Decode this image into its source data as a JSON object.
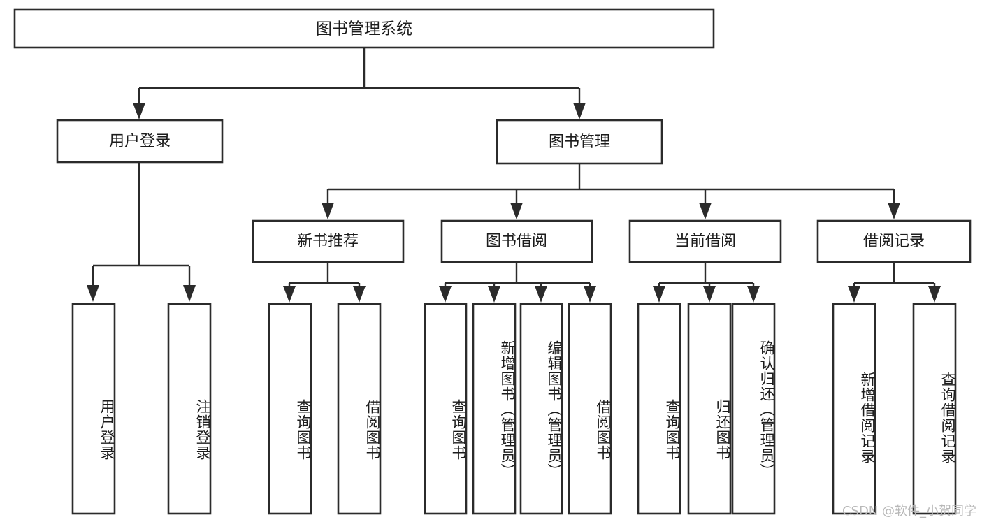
{
  "diagram": {
    "title": "图书管理系统",
    "type": "tree",
    "watermark": "CSDN @软件_小贺同学",
    "colors": {
      "stroke": "#2b2b2b",
      "fill": "#ffffff",
      "text": "#1c1c1c",
      "watermark": "#b8b8b8",
      "background": "#ffffff"
    },
    "root": {
      "label": "图书管理系统"
    },
    "level2": [
      {
        "id": "user-login",
        "label": "用户登录"
      },
      {
        "id": "book-manage",
        "label": "图书管理"
      }
    ],
    "level3": [
      {
        "id": "new-book-recommend",
        "label": "新书推荐",
        "parent": "book-manage"
      },
      {
        "id": "book-borrow",
        "label": "图书借阅",
        "parent": "book-manage"
      },
      {
        "id": "current-borrow",
        "label": "当前借阅",
        "parent": "book-manage"
      },
      {
        "id": "borrow-record",
        "label": "借阅记录",
        "parent": "book-manage"
      }
    ],
    "leaves": [
      {
        "id": "leaf-user-login",
        "label": "用户登录",
        "parent": "user-login"
      },
      {
        "id": "leaf-logout-login",
        "label": "注销登录",
        "parent": "user-login"
      },
      {
        "id": "leaf-query-book-1",
        "label": "查询图书",
        "parent": "new-book-recommend"
      },
      {
        "id": "leaf-borrow-book-1",
        "label": "借阅图书",
        "parent": "new-book-recommend"
      },
      {
        "id": "leaf-query-book-2",
        "label": "查询图书",
        "parent": "book-borrow"
      },
      {
        "id": "leaf-add-book",
        "label": "新增图书（管理员）",
        "parent": "book-borrow"
      },
      {
        "id": "leaf-edit-book",
        "label": "编辑图书（管理员）",
        "parent": "book-borrow"
      },
      {
        "id": "leaf-borrow-book-2",
        "label": "借阅图书",
        "parent": "book-borrow"
      },
      {
        "id": "leaf-query-book-3",
        "label": "查询图书",
        "parent": "current-borrow"
      },
      {
        "id": "leaf-return-book",
        "label": "归还图书",
        "parent": "current-borrow"
      },
      {
        "id": "leaf-confirm-return",
        "label": "确认归还（管理员）",
        "parent": "current-borrow"
      },
      {
        "id": "leaf-add-record",
        "label": "新增借阅记录",
        "parent": "borrow-record"
      },
      {
        "id": "leaf-query-record",
        "label": "查询借阅记录",
        "parent": "borrow-record"
      }
    ]
  }
}
